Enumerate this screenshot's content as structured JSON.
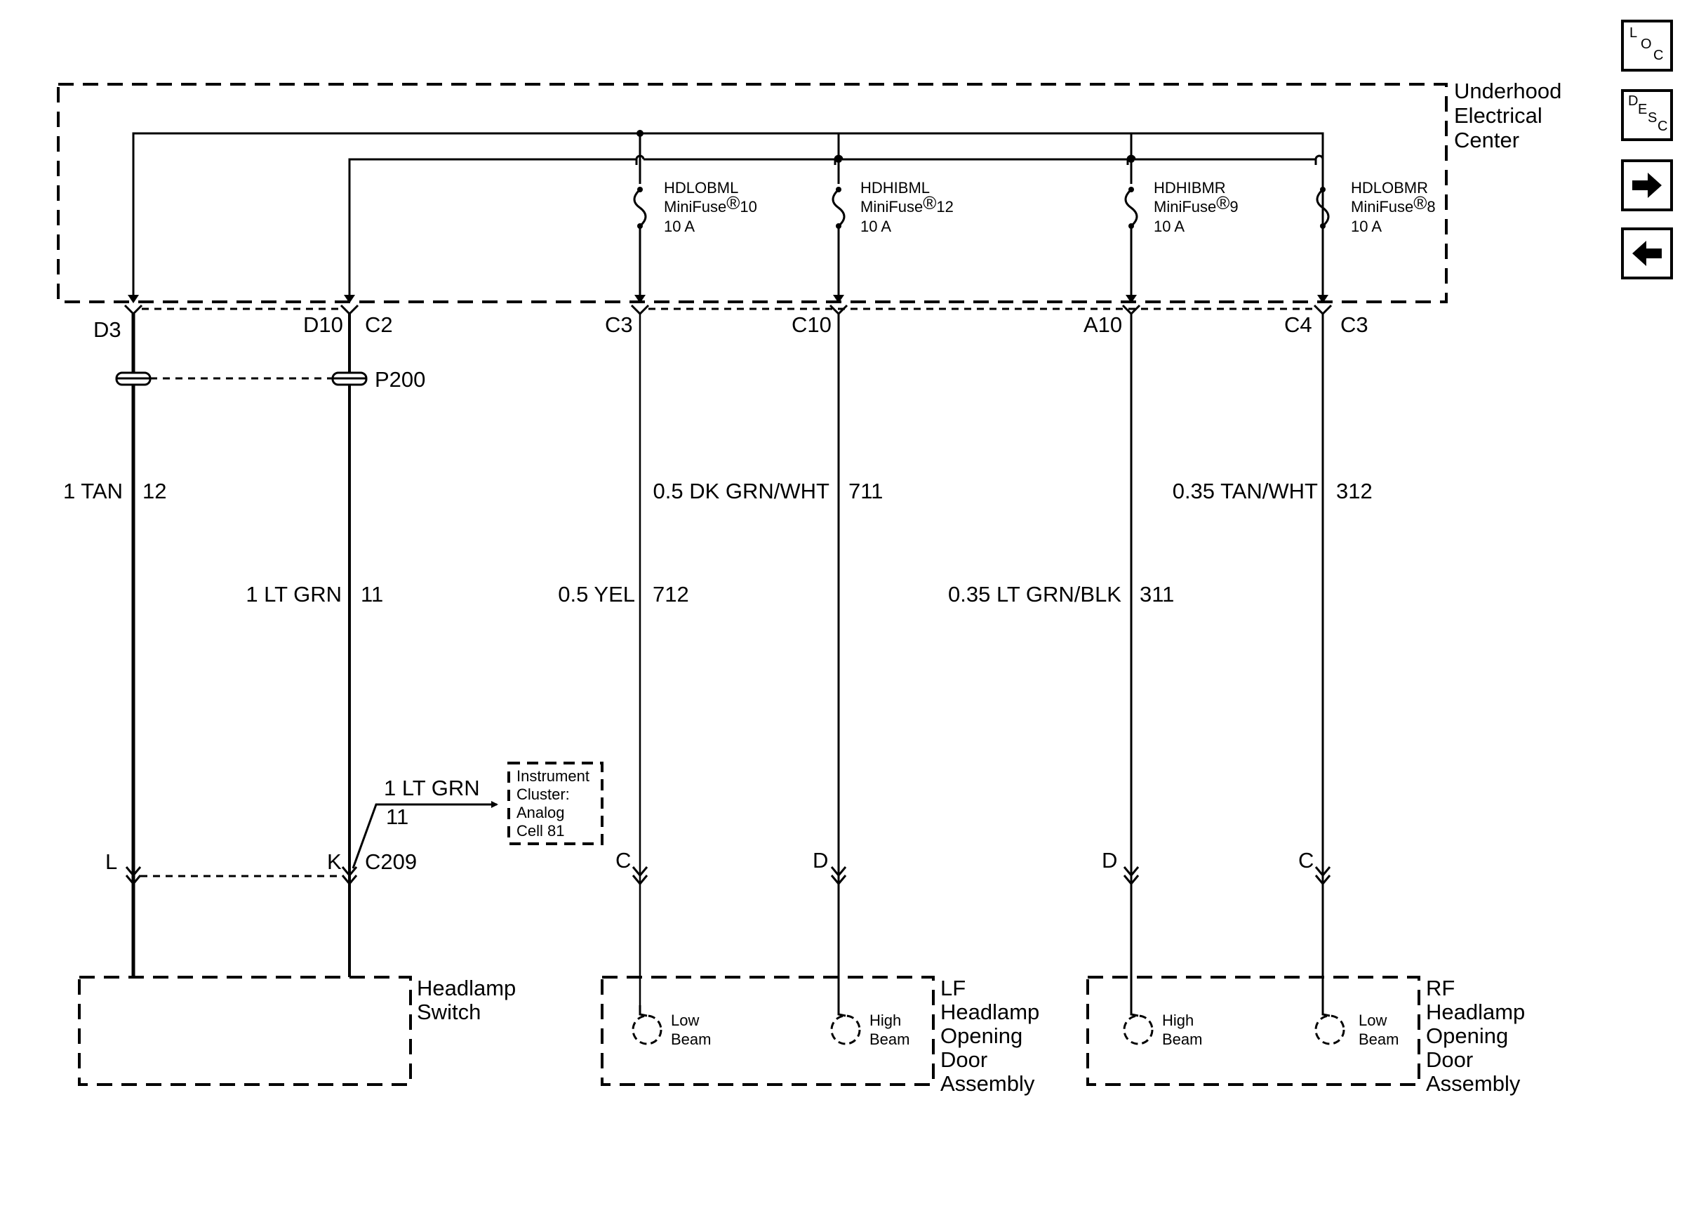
{
  "uec": {
    "title": [
      "Underhood",
      "Electrical",
      "Center"
    ]
  },
  "fuses": [
    {
      "name": "HDLOBML",
      "line2": "MiniFuse",
      "num": "10",
      "rating": "10 A"
    },
    {
      "name": "HDHIBML",
      "line2": "MiniFuse",
      "num": "12",
      "rating": "10 A"
    },
    {
      "name": "HDHIBMR",
      "line2": "MiniFuse",
      "num": "9",
      "rating": "10 A"
    },
    {
      "name": "HDLOBMR",
      "line2": "MiniFuse",
      "num": "8",
      "rating": "10 A"
    }
  ],
  "registered_mark": "®",
  "connectors": {
    "d3": "D3",
    "d10": "D10",
    "c2": "C2",
    "c3": "C3",
    "c10": "C10",
    "a10": "A10",
    "c4": "C4",
    "c3b": "C3",
    "p200": "P200",
    "c209": "C209",
    "pin_l": "L",
    "pin_k": "K",
    "pin_c_left": "C",
    "pin_d_left": "D",
    "pin_d_right": "D",
    "pin_c_right": "C"
  },
  "wires": [
    {
      "color": "1 TAN",
      "circuit": "12"
    },
    {
      "color": "1 LT GRN",
      "circuit": "11"
    },
    {
      "color": "0.5 YEL",
      "circuit": "712"
    },
    {
      "color": "0.5 DK GRN/WHT",
      "circuit": "711"
    },
    {
      "color": "0.35 LT GRN/BLK",
      "circuit": "311"
    },
    {
      "color": "0.35 TAN/WHT",
      "circuit": "312"
    }
  ],
  "branch": {
    "color": "1 LT GRN",
    "circuit": "11"
  },
  "instrument_cluster": {
    "lines": [
      "Instrument",
      "Cluster:",
      "Analog",
      "Cell 81"
    ]
  },
  "headlamp_switch": {
    "lines": [
      "Headlamp",
      "Switch"
    ]
  },
  "lf_assembly": {
    "lines": [
      "LF",
      "Headlamp",
      "Opening",
      "Door",
      "Assembly"
    ]
  },
  "rf_assembly": {
    "lines": [
      "RF",
      "Headlamp",
      "Opening",
      "Door",
      "Assembly"
    ]
  },
  "bulbs": {
    "lf_low": [
      "Low",
      "Beam"
    ],
    "lf_high": [
      "High",
      "Beam"
    ],
    "rf_high": [
      "High",
      "Beam"
    ],
    "rf_low": [
      "Low",
      "Beam"
    ]
  },
  "nav": {
    "loc": {
      "l": "L",
      "o": "O",
      "c": "C"
    },
    "desc": {
      "d": "D",
      "e": "E",
      "s": "S",
      "c": "C"
    },
    "forward_icon": "arrow-right-icon",
    "back_icon": "arrow-left-icon"
  }
}
